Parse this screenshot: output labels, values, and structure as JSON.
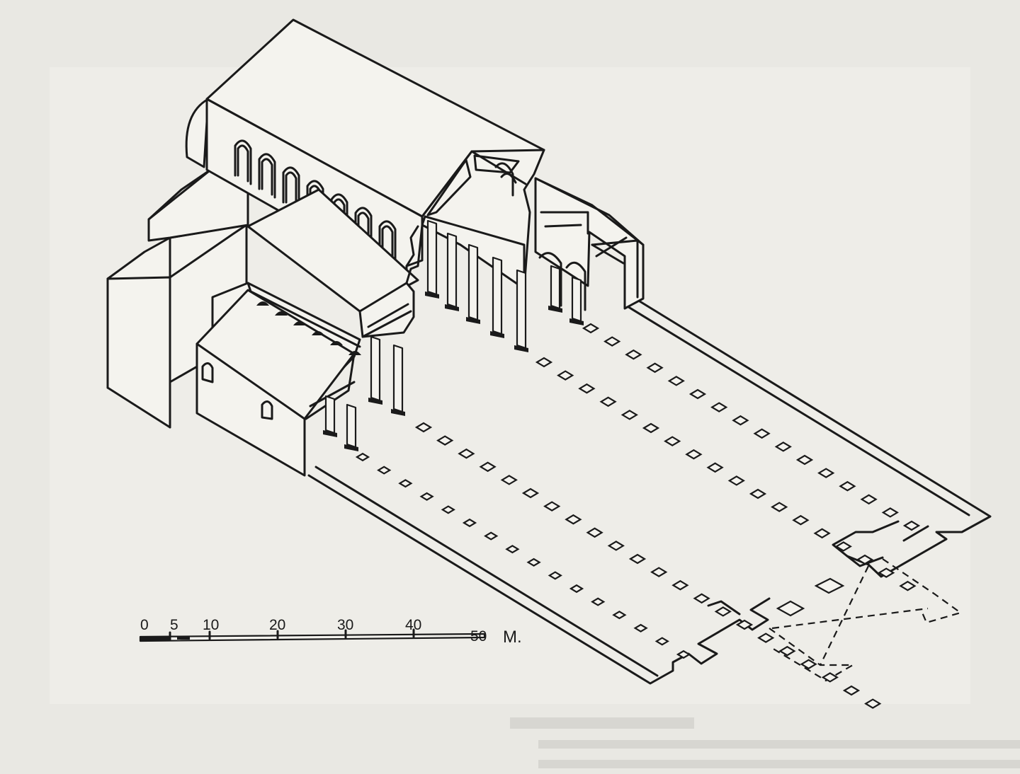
{
  "drawing": {
    "subject": "basilica-isometric-reconstruction"
  },
  "scale_bar": {
    "ticks": [
      "0",
      "5",
      "10",
      "20",
      "30",
      "40",
      "50"
    ],
    "unit": "M."
  },
  "colors": {
    "paper": "#e9e8e3",
    "ink": "#1a1a1a"
  }
}
